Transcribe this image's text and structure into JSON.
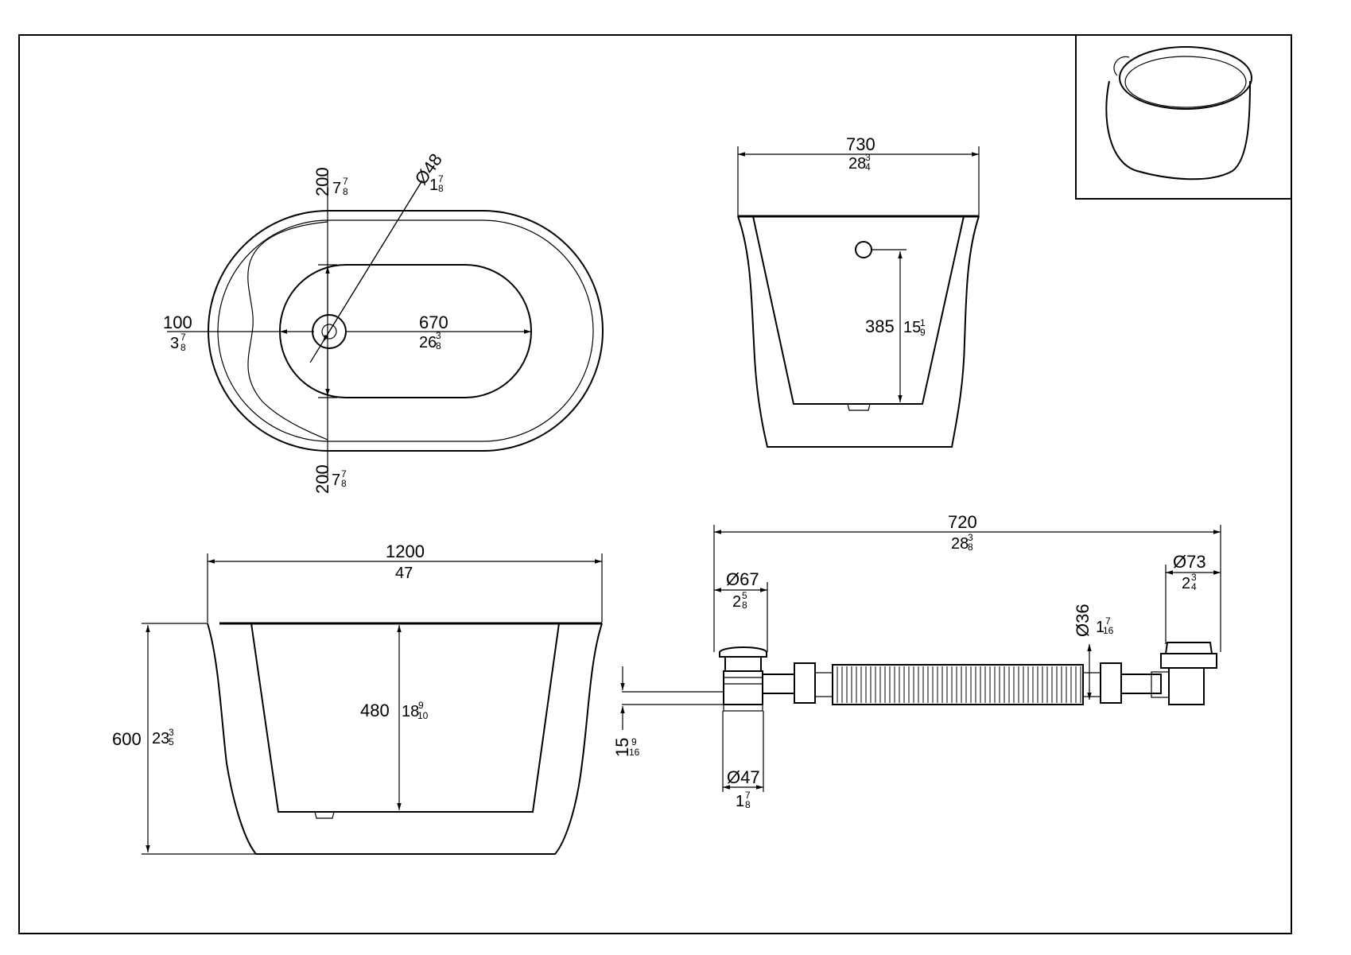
{
  "top_view": {
    "rim_offset_top": {
      "mm": "200",
      "in_whole": "7",
      "in_num": "7",
      "in_den": "8"
    },
    "rim_offset_bottom": {
      "mm": "200",
      "in_whole": "7",
      "in_num": "7",
      "in_den": "8"
    },
    "drain_diameter": {
      "mm": "Ø48",
      "in_whole": "1",
      "in_num": "7",
      "in_den": "8"
    },
    "drain_offset": {
      "mm": "100",
      "in_whole": "3",
      "in_num": "7",
      "in_den": "8"
    },
    "inner_length": {
      "mm": "670",
      "in_whole": "26",
      "in_num": "3",
      "in_den": "8"
    }
  },
  "end_view": {
    "width": {
      "mm": "730",
      "in_whole": "28",
      "in_num": "3",
      "in_den": "4"
    },
    "overflow_height": {
      "mm": "385",
      "in_whole": "15",
      "in_num": "1",
      "in_den": "9"
    }
  },
  "side_view": {
    "length": {
      "mm": "1200",
      "in": "47"
    },
    "height": {
      "mm": "600",
      "in_whole": "23",
      "in_num": "3",
      "in_den": "5"
    },
    "inner_depth": {
      "mm": "480",
      "in_whole": "18",
      "in_num": "9",
      "in_den": "10"
    }
  },
  "drain_kit": {
    "length": {
      "mm": "720",
      "in_whole": "28",
      "in_num": "3",
      "in_den": "8"
    },
    "waste_cap": {
      "mm": "Ø67",
      "in_whole": "2",
      "in_num": "5",
      "in_den": "8"
    },
    "overflow_cap": {
      "mm": "Ø73",
      "in_whole": "2",
      "in_num": "3",
      "in_den": "4"
    },
    "hose": {
      "mm": "Ø36",
      "in_whole": "1",
      "in_num": "7",
      "in_den": "16"
    },
    "outlet": {
      "mm": "Ø47",
      "in_whole": "1",
      "in_num": "7",
      "in_den": "8"
    },
    "offset": {
      "mm": "15",
      "in_num": "9",
      "in_den": "16"
    }
  }
}
